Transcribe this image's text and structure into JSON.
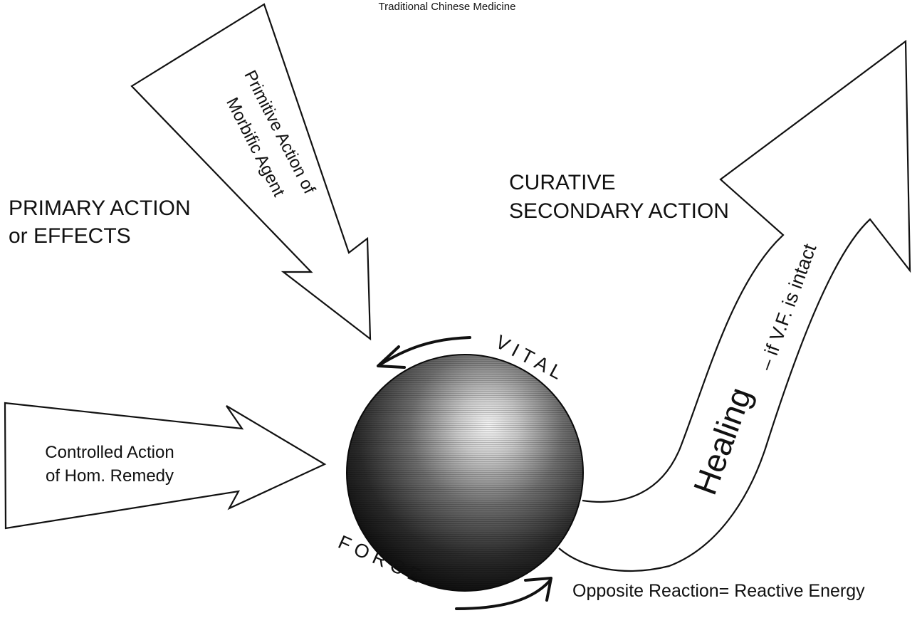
{
  "header": {
    "caption": "Traditional Chinese Medicine"
  },
  "labels": {
    "primary_line1": "PRIMARY ACTION",
    "primary_line2": "or EFFECTS",
    "curative_line1": "CURATIVE",
    "curative_line2": "SECONDARY ACTION",
    "morbific_line1": "Primitive Action of",
    "morbific_line2": "Morbific Agent",
    "remedy_line1": "Controlled Action",
    "remedy_line2": "of Hom. Remedy",
    "healing": "Healing",
    "healing_condition": "– if V.F. is intact",
    "vital": "V I T A L",
    "force": "F O R C E",
    "opposite_reaction": "Opposite Reaction= Reactive Energy"
  },
  "colors": {
    "ink": "#111111",
    "paper": "#ffffff",
    "sphere_highlight": "#f2f2f2",
    "sphere_shadow": "#0a0a0a"
  }
}
